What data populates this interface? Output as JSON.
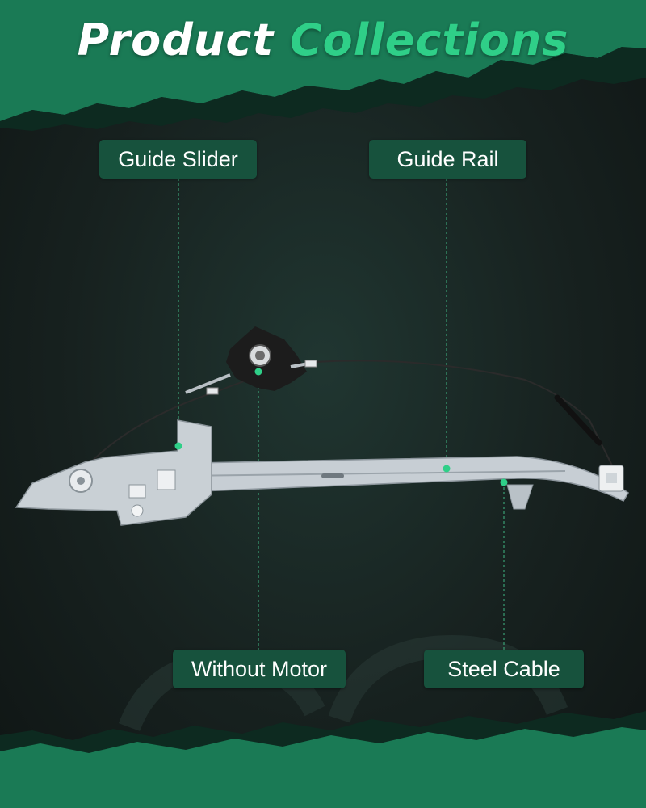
{
  "title": {
    "word1": "Product",
    "word2": "Collections"
  },
  "callouts": {
    "guide_slider": "Guide Slider",
    "guide_rail": "Guide Rail",
    "without_motor": "Without Motor",
    "steel_cable": "Steel Cable"
  },
  "colors": {
    "accent_green": "#2fcf88",
    "label_bg": "#17523d",
    "band_green": "#1a7a55",
    "background_dark": "#17211f"
  }
}
